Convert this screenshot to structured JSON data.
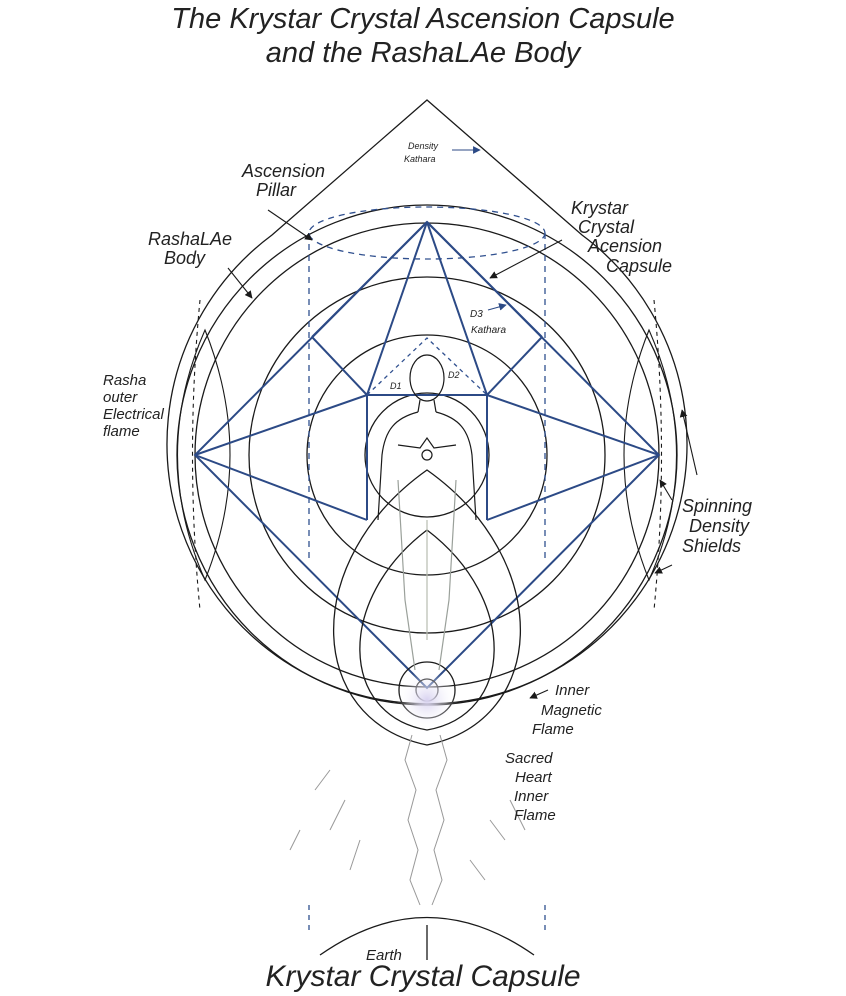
{
  "title": {
    "line1": "The Krystar Crystal Ascension Capsule",
    "line2": "and the RashaLAe Body"
  },
  "footer": "Krystar Crystal Capsule",
  "labels": {
    "density_kathara": [
      "Density",
      "Kathara"
    ],
    "ascension_pillar": [
      "Ascension",
      "Pillar"
    ],
    "rashalae_body": [
      "RashaLAe",
      "Body"
    ],
    "krystar_capsule": [
      "Krystar",
      "Crystal",
      "Acension",
      "Capsule"
    ],
    "d3_kathara": [
      "D3",
      "Kathara"
    ],
    "d1": "D1",
    "d2": "D2",
    "rasha_outer": [
      "Rasha",
      "outer",
      "Electrical",
      "flame"
    ],
    "spinning_shields": [
      "Spinning",
      "Density",
      "Shields"
    ],
    "inner_magnetic": [
      "Inner",
      "Magnetic",
      "Flame"
    ],
    "sacred_heart": [
      "Sacred",
      "Heart",
      "Inner",
      "Flame"
    ],
    "earth": "Earth"
  },
  "colors": {
    "line": "#1a1a1a",
    "blue": "#2c4a86",
    "dashed_blue": "#30508f"
  }
}
